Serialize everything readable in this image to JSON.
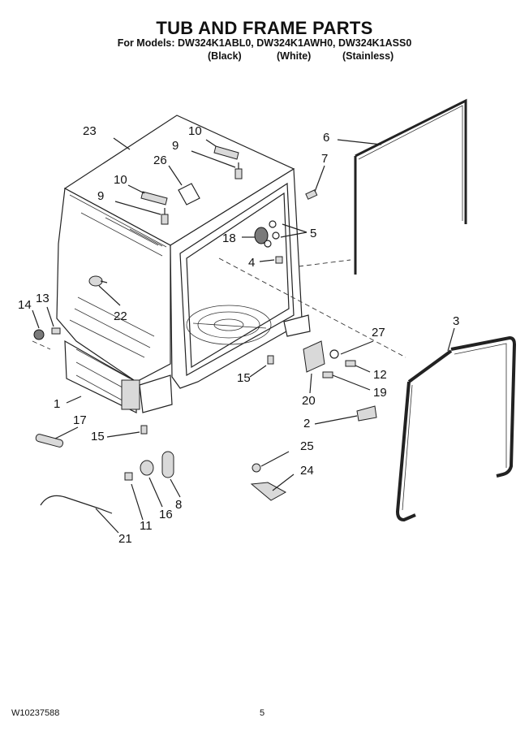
{
  "header": {
    "title": "TUB AND FRAME PARTS",
    "models": "For Models: DW324K1ABL0, DW324K1AWH0, DW324K1ASS0",
    "variants": [
      "(Black)",
      "(White)",
      "(Stainless)"
    ]
  },
  "callouts": {
    "p1": "1",
    "p2": "2",
    "p3": "3",
    "p4": "4",
    "p5": "5",
    "p6": "6",
    "p7": "7",
    "p8": "8",
    "p9a": "9",
    "p9b": "9",
    "p10a": "10",
    "p10b": "10",
    "p11": "11",
    "p12": "12",
    "p13": "13",
    "p14": "14",
    "p15a": "15",
    "p15b": "15",
    "p16": "16",
    "p17": "17",
    "p18": "18",
    "p19": "19",
    "p20": "20",
    "p21": "21",
    "p22": "22",
    "p23": "23",
    "p24": "24",
    "p25": "25",
    "p26": "26",
    "p27": "27"
  },
  "footer": {
    "document_number": "W10237588",
    "page_number": "5"
  }
}
